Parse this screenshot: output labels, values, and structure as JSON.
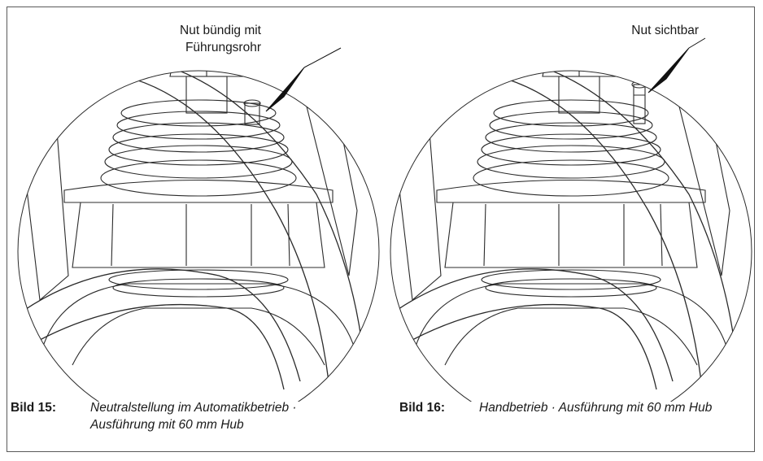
{
  "figures": [
    {
      "callout": [
        "Nut bündig mit",
        "Führungsrohr"
      ],
      "caption_number": "Bild 15:",
      "caption_text": "Neutralstellung im Automatikbetrieb · Ausführung mit 60 mm Hub"
    },
    {
      "callout": [
        "Nut sichtbar"
      ],
      "caption_number": "Bild 16:",
      "caption_text": "Handbetrieb · Ausführung mit 60 mm Hub"
    }
  ],
  "colors": {
    "line": "#2b2b2b",
    "border": "#5a5a5a",
    "background": "#ffffff"
  }
}
